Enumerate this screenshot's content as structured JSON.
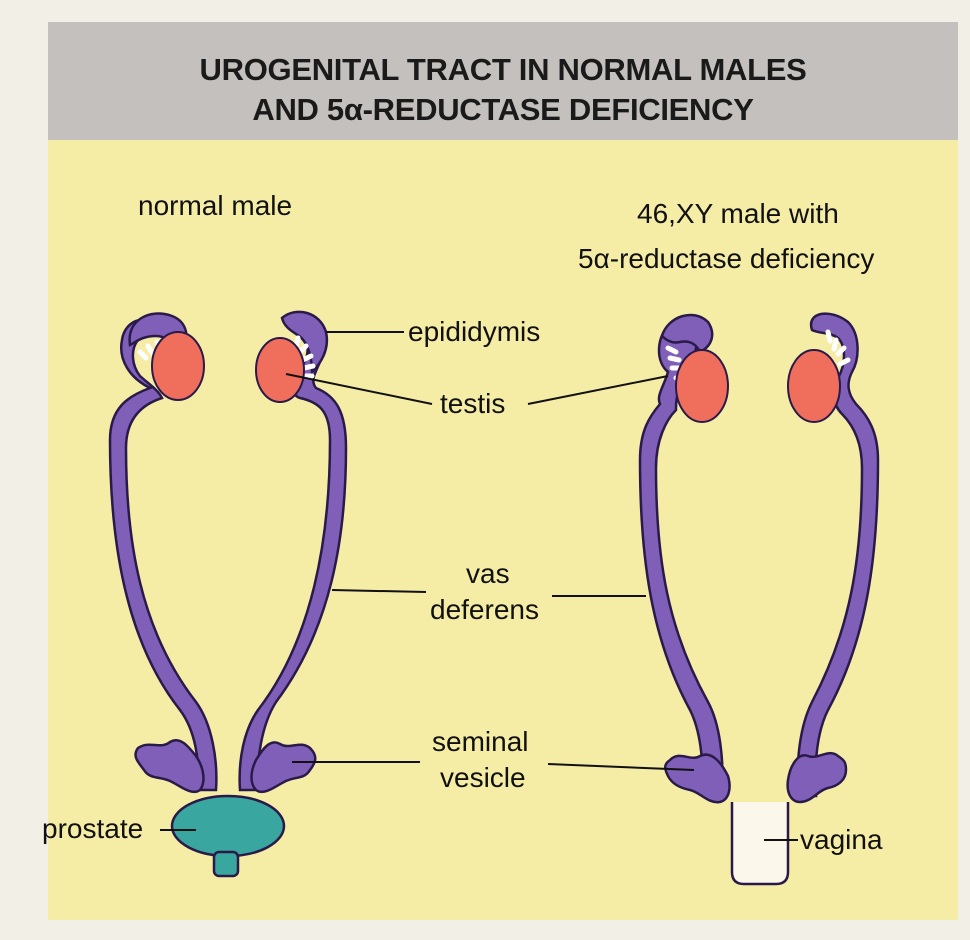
{
  "title": {
    "line1": "UROGENITAL TRACT IN NORMAL MALES",
    "line2": "AND 5α-REDUCTASE DEFICIENCY"
  },
  "left_panel": {
    "caption": "normal male"
  },
  "right_panel": {
    "caption_line1": "46,XY male with",
    "caption_line2": "5α-reductase deficiency"
  },
  "labels": {
    "epididymis": "epididymis",
    "testis": "testis",
    "vas_line1": "vas",
    "vas_line2": "deferens",
    "seminal_line1": "seminal",
    "seminal_line2": "vesicle",
    "prostate": "prostate",
    "vagina": "vagina"
  },
  "colors": {
    "duct": "#7f5fb8",
    "duct_outline": "#2a1a4a",
    "testis": "#ef6f5c",
    "prostate": "#3aa6a0",
    "panel": "#f5eca6",
    "header": "#c4c0be"
  }
}
